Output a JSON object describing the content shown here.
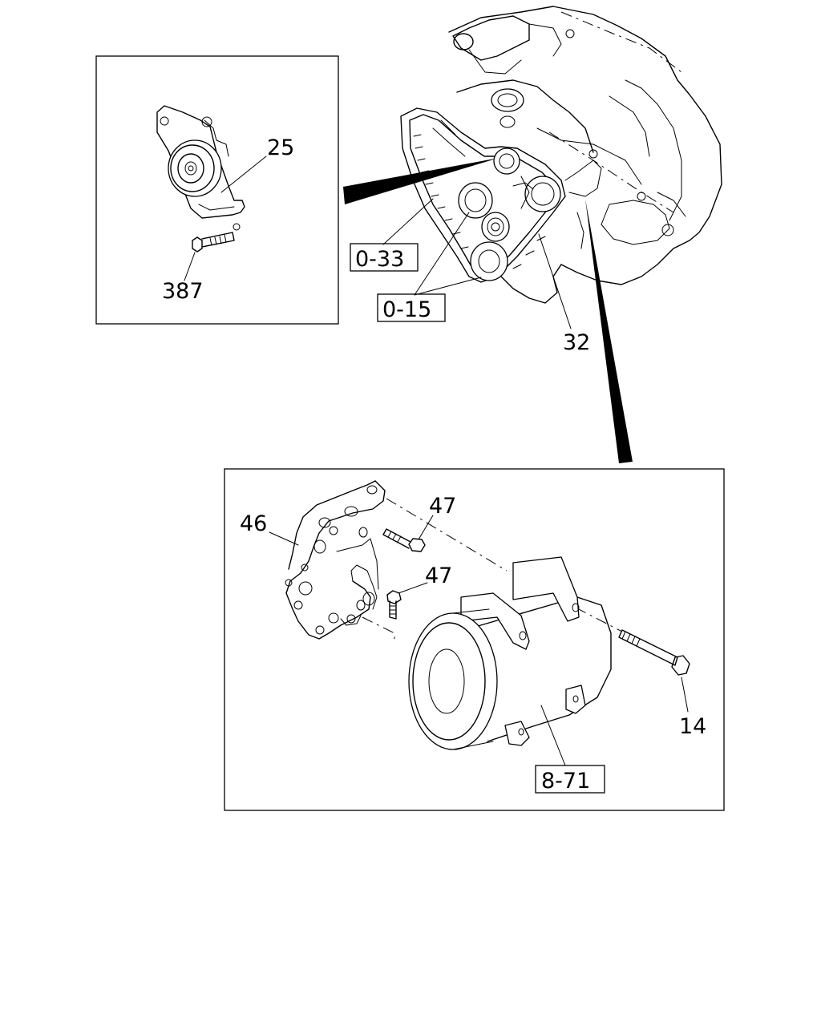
{
  "callouts": {
    "part_25": "25",
    "part_387": "387",
    "ref_0_33": "0-33",
    "ref_0_15": "0-15",
    "part_32": "32",
    "part_46": "46",
    "part_47_upper": "47",
    "part_47_lower": "47",
    "part_14": "14",
    "ref_8_71": "8-71"
  }
}
